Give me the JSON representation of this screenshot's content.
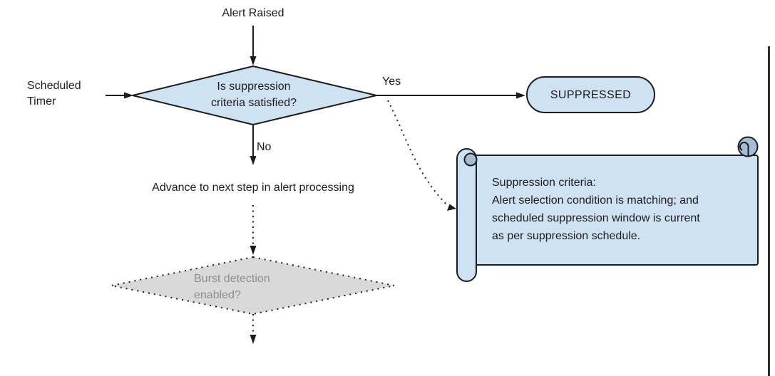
{
  "flowchart": {
    "nodes": {
      "alert_raised": {
        "label": "Alert Raised"
      },
      "scheduled_timer": {
        "label": "Scheduled\nTimer"
      },
      "decision": {
        "label": "Is suppression\ncriteria satisfied?"
      },
      "suppressed": {
        "label": "SUPPRESSED"
      },
      "advance_step": {
        "label": "Advance to next step in alert processing"
      },
      "burst_detection": {
        "label": "Burst detection\nenabled?"
      },
      "suppression_note": {
        "text": "Suppression criteria:\nAlert selection condition is matching; and\nscheduled suppression window is current\nas per suppression schedule."
      }
    },
    "edge_labels": {
      "yes": "Yes",
      "no": "No"
    },
    "colors": {
      "node_fill": "#cfe2f3",
      "node_stroke": "#1c1c1c",
      "scroll_curl_fill": "#a6bdd4",
      "disabled_fill": "#d9d9d9",
      "disabled_text": "#8e8e8e",
      "line": "#1c1c1c",
      "divider": "#000000"
    }
  }
}
